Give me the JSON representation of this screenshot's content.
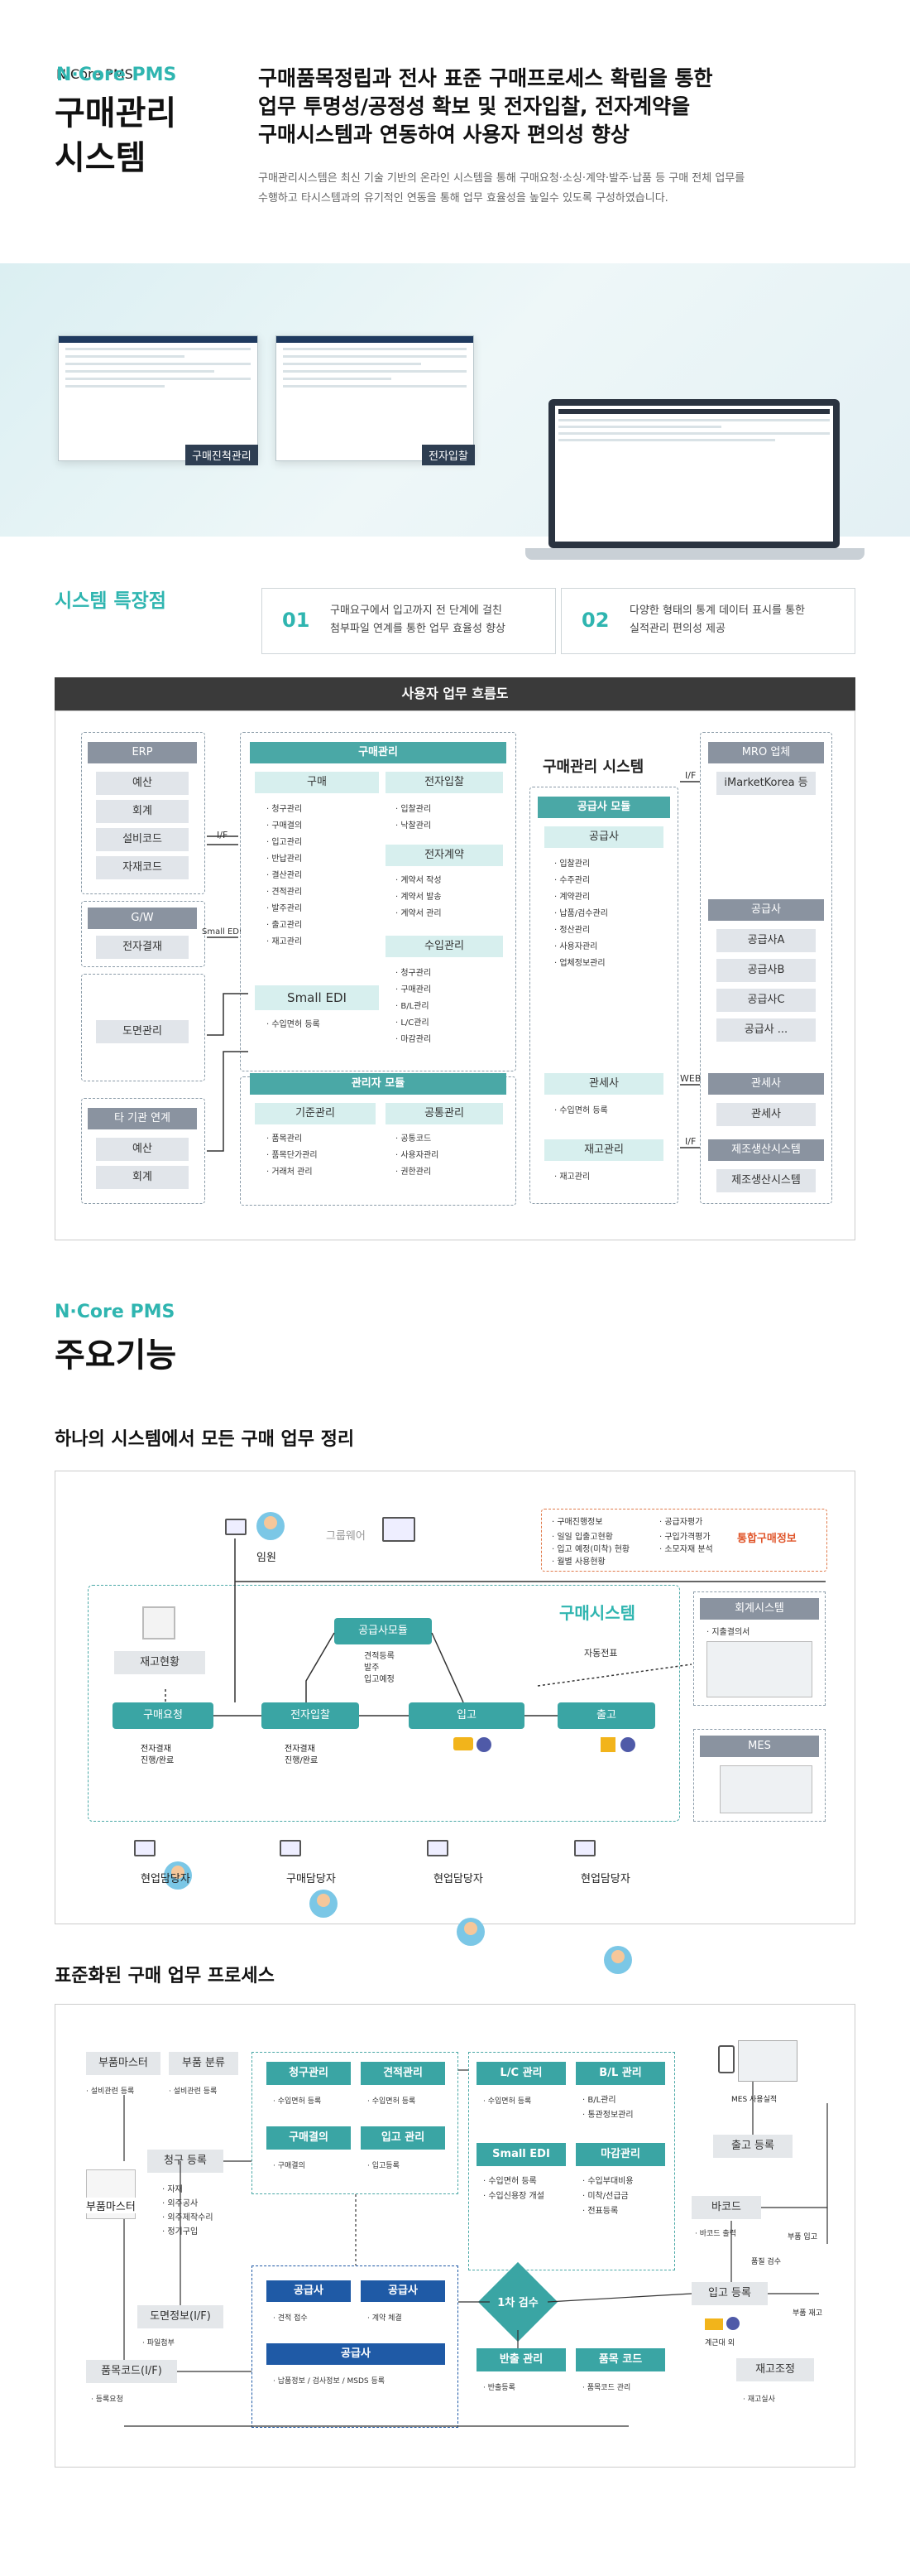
{
  "hero": {
    "brand": "N·Core PMS",
    "title_line1": "구매관리",
    "title_line2": "시스템",
    "headline_1": "구매품목정립과 전사 표준 구매프로세스 확립을 통한",
    "headline_2": "업무 투명성/공정성 확보 및 전자입찰, 전자계약을",
    "headline_3": "구매시스템과 연동하여 사용자 편의성 향상",
    "desc_1": "구매관리시스템은 최신 기술 기반의 온라인 시스템을 통해 구매요청·소싱·계약·발주·납품 등 구매 전체 업무를",
    "desc_2": "수행하고 타시스템과의 유기적인 연동을 통해 업무 효율성을 높일수 있도록 구성하였습니다."
  },
  "banner": {
    "shot1_label": "구매진척관리",
    "shot2_label": "전자입찰"
  },
  "features": {
    "title": "시스템 특장점",
    "items": [
      {
        "num": "01",
        "line1": "구매요구에서 입고까지 전 단계에 걸친",
        "line2": "첨부파일 연계를 통한 업무 효율성 향상"
      },
      {
        "num": "02",
        "line1": "다양한 형태의 통계 데이터 표시를 통한",
        "line2": "실적관리 편의성 제공"
      }
    ]
  },
  "flow": {
    "header": "사용자 업무 흐름도",
    "erp": {
      "title": "ERP",
      "items": [
        "예산",
        "회계",
        "설비코드",
        "자재코드"
      ]
    },
    "gw": {
      "title": "G/W",
      "items": [
        "전자결재"
      ]
    },
    "drawing": "도면관리",
    "other": {
      "title": "타 기관 연계",
      "items": [
        "예산",
        "회계"
      ]
    },
    "if_label": "I/F",
    "small_edi_label": "Small EDI",
    "purchase": {
      "title": "구매관리",
      "buy": {
        "title": "구매",
        "items": [
          "청구관리",
          "구매결의",
          "입고관리",
          "반납관리",
          "결산관리",
          "견적관리",
          "발주관리",
          "출고관리",
          "재고관리"
        ]
      },
      "bid": {
        "title": "전자입찰",
        "items": [
          "입찰관리",
          "낙찰관리"
        ]
      },
      "contract": {
        "title": "전자계약",
        "items": [
          "계약서 작성",
          "계약서 발송",
          "계약서 관리"
        ]
      },
      "import": {
        "title": "수입관리",
        "items": [
          "청구관리",
          "구매관리",
          "B/L관리",
          "L/C관리",
          "마감관리"
        ]
      },
      "edi": {
        "title": "Small EDI",
        "items": [
          "수입면허 등록"
        ]
      }
    },
    "admin": {
      "title": "관리자 모듈",
      "base": {
        "title": "기준관리",
        "items": [
          "품목관리",
          "품목단가관리",
          "거래처 관리"
        ]
      },
      "common": {
        "title": "공통관리",
        "items": [
          "공통코드",
          "사용자관리",
          "권한관리"
        ]
      }
    },
    "system_title": "구매관리 시스템",
    "supplier_module": {
      "title": "공급사 모듈",
      "sub": "공급사",
      "items": [
        "입찰관리",
        "수주관리",
        "계약관리",
        "납품/검수관리",
        "정산관리",
        "사용자관리",
        "업체정보관리"
      ]
    },
    "customs": {
      "title": "관세사",
      "items": [
        "수입면허 등록"
      ]
    },
    "stock": {
      "title": "재고관리",
      "items": [
        "재고관리"
      ]
    },
    "mro": {
      "title": "MRO 업체",
      "items": [
        "iMarketKorea 등"
      ]
    },
    "suppliers": {
      "title": "공급사",
      "items": [
        "공급사A",
        "공급사B",
        "공급사C",
        "공급사 ..."
      ]
    },
    "customs_r": {
      "title": "관세사",
      "items": [
        "관세사"
      ]
    },
    "mfg": {
      "title": "제조생산시스템",
      "items": [
        "제조생산시스템"
      ]
    },
    "web_label": "WEB",
    "if2_label": "I/F"
  },
  "main": {
    "brand": "N·Core PMS",
    "title": "주요기능"
  },
  "overview": {
    "title": "하나의 시스템에서 모든 구매 업무 정리",
    "groupware": "그룹웨어",
    "exec": "임원",
    "notes_a": [
      "구매진행정보",
      "일일 입출고현황",
      "입고 예정(미착) 현황",
      "월별 사용현황"
    ],
    "notes_b": [
      "공급자평가",
      "구입가격평가",
      "소모자재 분석"
    ],
    "notes_tag": "통합구매정보",
    "system": "구매시스템",
    "stock_status": "재고현황",
    "supplier_module": "공급사모듈",
    "supplier_notes": [
      "견적등록",
      "발주",
      "입고예정"
    ],
    "auto_slip": "자동전표",
    "request": "구매요청",
    "ebid": "전자입찰",
    "receive": "입고",
    "release": "출고",
    "req_note": [
      "전자결재",
      "진행/완료"
    ],
    "bid_note": [
      "전자결재",
      "진행/완료"
    ],
    "accounting": "회계시스템",
    "acc_note": "지출결의서",
    "mes": "MES",
    "people": [
      "현업담당자",
      "구매담당자",
      "현업담당자",
      "현업담당자"
    ]
  },
  "process": {
    "title": "표준화된 구매 업무 프로세스",
    "part_master": "부품마스터",
    "part_class": "부품 분류",
    "pm_note": "설비관련 등록",
    "pc_note": "설비관련 등록",
    "part_master2": "부품마스터",
    "claim_reg": "청구 등록",
    "claim_items": [
      "자재",
      "외주공사",
      "외주제작수리",
      "정기구입"
    ],
    "drawing_if": "도면정보(I/F)",
    "drawing_note": "파일첨부",
    "code_if": "품목코드(I/F)",
    "code_note": "등록요청",
    "claim_mgmt": "청구관리",
    "claim_mgmt_note": "수입면허 등록",
    "est_mgmt": "견적관리",
    "est_note": "수입면허 등록",
    "decision": "구매결의",
    "decision_note": "구매결의",
    "receive_mgmt": "입고 관리",
    "receive_note": "입고등록",
    "lc": "L/C 관리",
    "lc_note": "수입면허 등록",
    "bl": "B/L 관리",
    "bl_notes": [
      "B/L관리",
      "통관정보관리"
    ],
    "sedi": "Small EDI",
    "sedi_notes": [
      "수입면허 등록",
      "수입신용장 개설"
    ],
    "close": "마감관리",
    "close_notes": [
      "수입부대비용",
      "미착/선급금",
      "전표등록"
    ],
    "sup1": "공급사",
    "sup1_note": "견적 접수",
    "sup2": "공급사",
    "sup2_note": "계약 체결",
    "sup3": "공급사",
    "sup3_note": "납품정보 / 검사정보 / MSDS 등록",
    "inspect": "1차 검수",
    "return_mgmt": "반출 관리",
    "return_note": "반출등록",
    "item_code": "품목 코드",
    "item_code_note": "품목코드 관리",
    "mes_note": "MES 사용실적",
    "out_reg": "출고 등록",
    "barcode": "바코드",
    "barcode_note": "바코드 출력",
    "part_in": "부품 입고",
    "quality": "품질 검수",
    "in_reg": "입고 등록",
    "receipt": "계근대 외",
    "part_stock": "부품 재고",
    "stock_adj": "재고조정",
    "stock_note": "재고실사"
  }
}
